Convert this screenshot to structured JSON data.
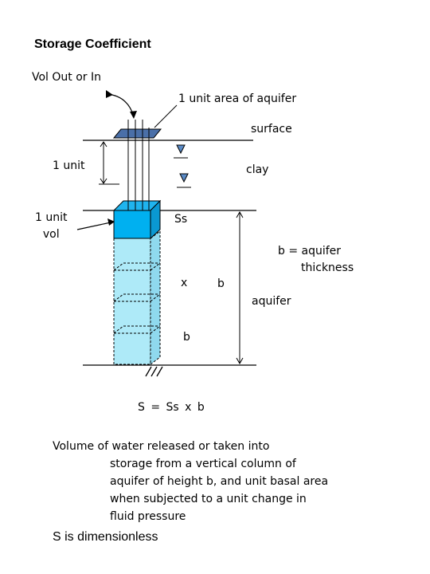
{
  "title": "Storage Coefficient",
  "labels": {
    "vol_out_in": "Vol Out or In",
    "unit_area": "1 unit area of aquifer",
    "surface": "surface",
    "one_unit": "1 unit",
    "clay": "clay",
    "one_unit_vol_line1": "1 unit",
    "one_unit_vol_line2": "vol",
    "ss": "Ss",
    "b_thickness_line1": "b = aquifer",
    "b_thickness_line2": "thickness",
    "x": "x",
    "b_mid": "b",
    "aquifer": "aquifer",
    "b_low": "b"
  },
  "formula": "S = Ss x b",
  "description": [
    "Volume of water released or taken into",
    "storage from a vertical column of",
    "aquifer of height b, and unit basal area",
    "when subjected to a unit change in",
    "fluid pressure"
  ],
  "note": "S is dimensionless",
  "colors": {
    "surface_square": "#4a6fa8",
    "cube_front": "#00b0f0",
    "cube_top": "#1fb4ee",
    "column_fill": "#aeeaf8",
    "water_table_marker": "#5a8ac6"
  }
}
